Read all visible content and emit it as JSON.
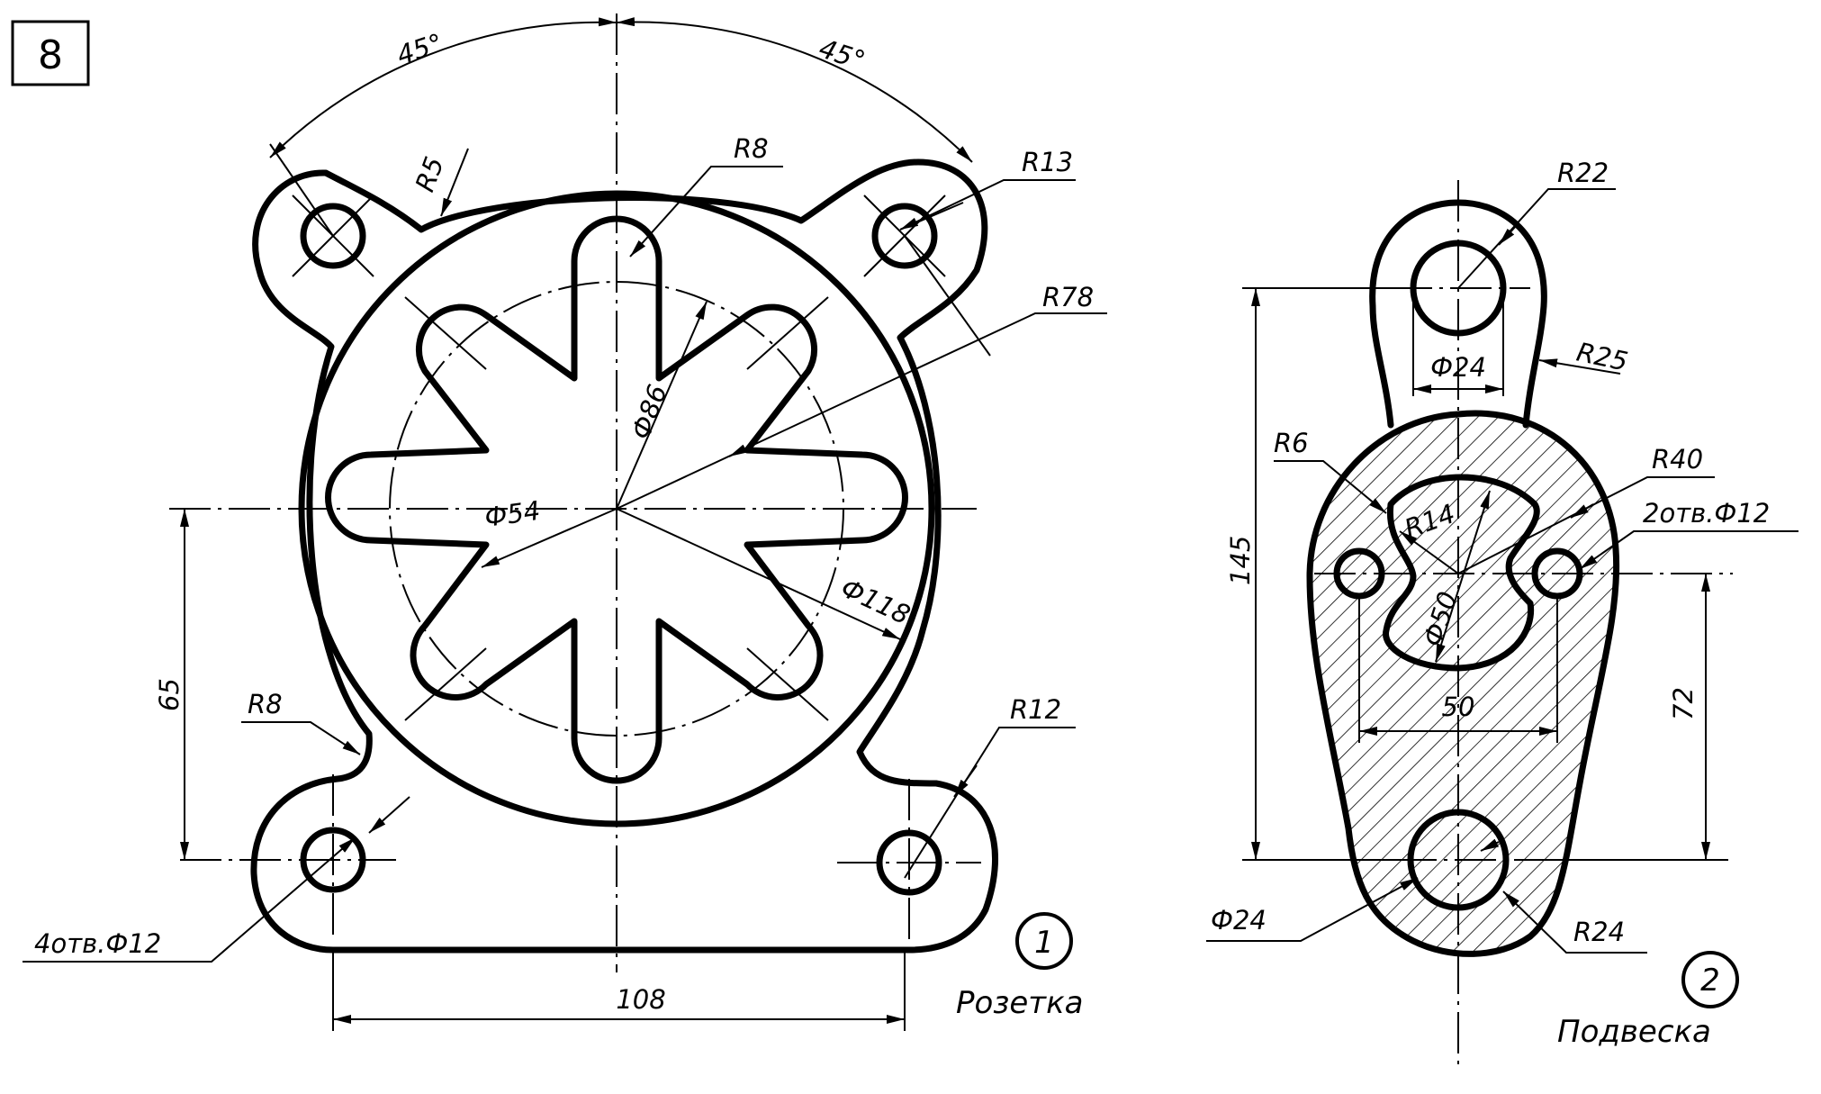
{
  "sheet": {
    "number": "8"
  },
  "part1": {
    "index": "1",
    "name": "Розетка",
    "dims": {
      "angle_left": "45°",
      "angle_right": "45°",
      "r5": "R5",
      "r8_top": "R8",
      "r13": "R13",
      "r78": "R78",
      "d86": "Ф86",
      "d54": "Ф54",
      "d118": "Ф118",
      "h65": "65",
      "r8_bottom": "R8",
      "r12": "R12",
      "holes": "4отв.Ф12",
      "w108": "108"
    }
  },
  "part2": {
    "index": "2",
    "name": "Подвеска",
    "dims": {
      "r22": "R22",
      "d24_top": "Ф24",
      "r25": "R25",
      "r6": "R6",
      "r14": "R14",
      "r40": "R40",
      "holes": "2отв.Ф12",
      "h145": "145",
      "d50": "Ф50",
      "w50": "50",
      "h72": "72",
      "d24_bottom": "Ф24",
      "r24": "R24"
    }
  }
}
